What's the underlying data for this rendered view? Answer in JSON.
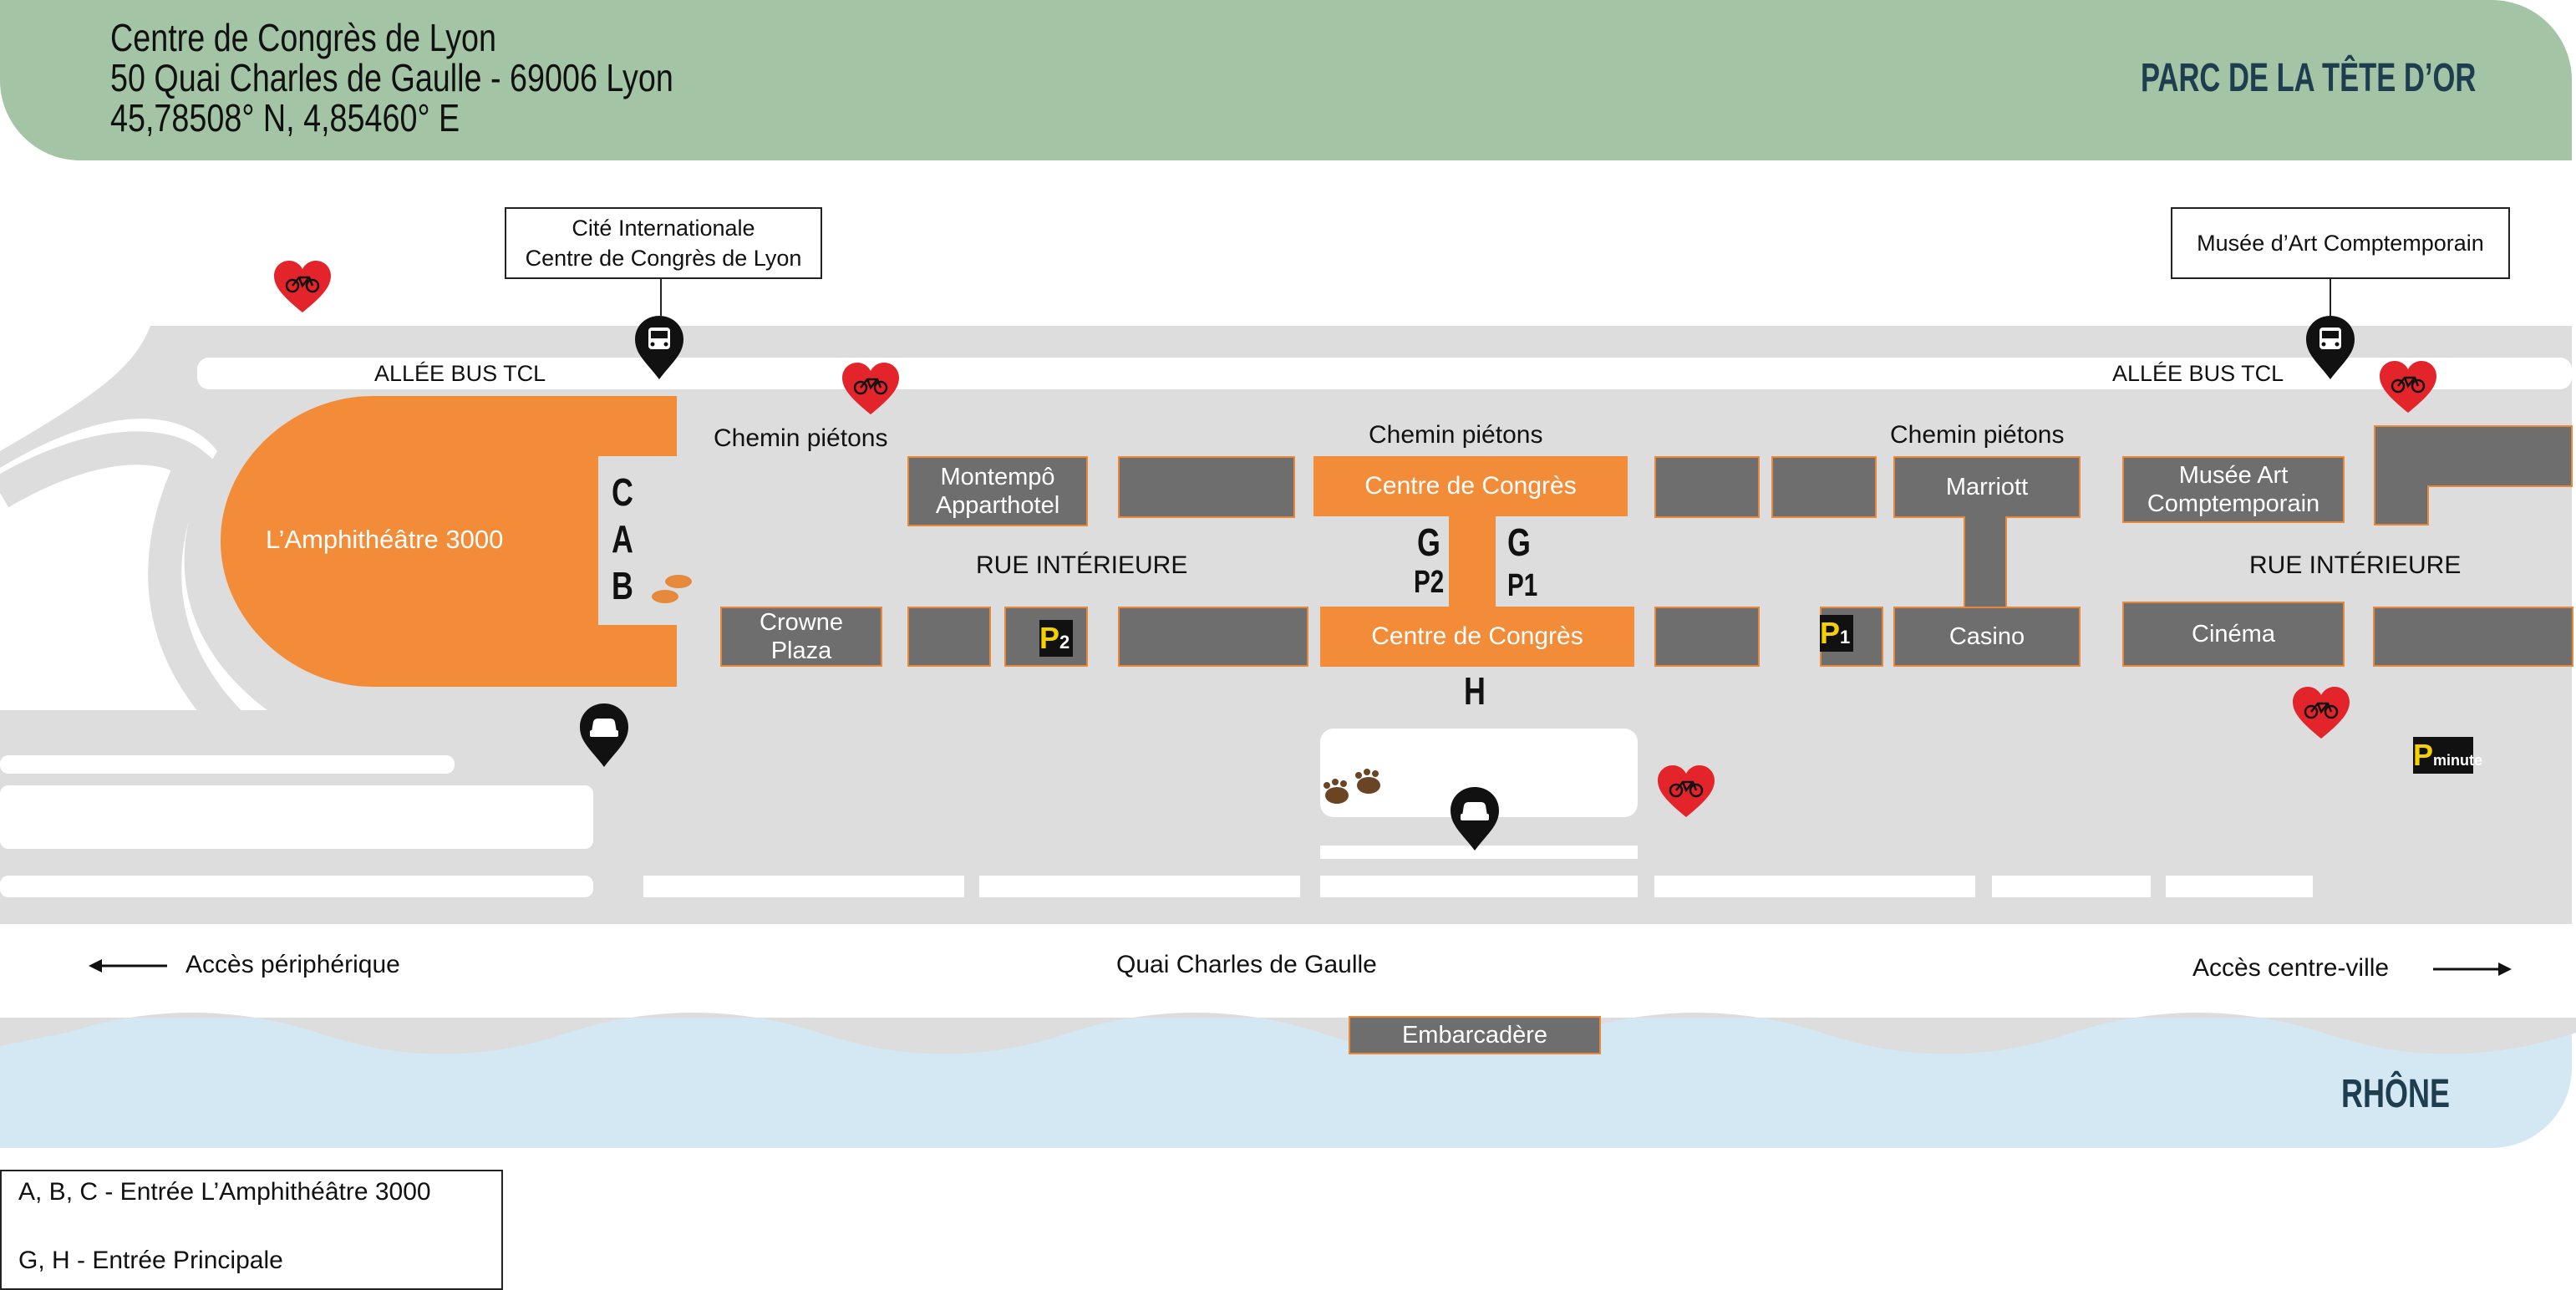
{
  "header": {
    "venue": "Centre de Congrès de Lyon",
    "address": "50 Quai Charles de Gaulle - 69006 Lyon",
    "coords": "45,78508° N, 4,85460° E",
    "park": "PARC DE LA TÊTE D’OR"
  },
  "callouts": {
    "cite": [
      "Cité Internationale",
      "Centre de Congrès de Lyon"
    ],
    "musee": "Musée d’Art Comptemporain"
  },
  "streets": {
    "bus_left": "ALLÉE BUS TCL",
    "bus_right": "ALLÉE BUS TCL",
    "chemin_1": "Chemin piétons",
    "chemin_2": "Chemin piétons",
    "chemin_3": "Chemin piétons",
    "rue_1": "RUE INTÉRIEURE",
    "rue_2": "RUE INTÉRIEURE",
    "quai": "Quai Charles de Gaulle",
    "acces_left": "Accès périphérique",
    "acces_right": "Accès centre-ville",
    "river": "RHÔNE"
  },
  "buildings": {
    "amphi": "L’Amphithéâtre 3000",
    "montempo": [
      "Montempô",
      "Apparthotel"
    ],
    "crowne": [
      "Crowne",
      "Plaza"
    ],
    "congres_top": "Centre de Congrès",
    "congres_bottom": "Centre de Congrès",
    "marriott": "Marriott",
    "casino": "Casino",
    "musee_art": [
      "Musée Art",
      "Comptemporain"
    ],
    "cinema": "Cinéma",
    "embarcadere": "Embarcadère"
  },
  "entrances": {
    "c": "C",
    "a": "A",
    "b": "B",
    "g_left": "G",
    "g_right": "G",
    "p2_gate": "P2",
    "p1_gate": "P1",
    "h": "H"
  },
  "parking": {
    "p2": {
      "letter": "P",
      "num": "2"
    },
    "p1": {
      "letter": "P",
      "num": "1"
    },
    "pminute": {
      "letter": "P",
      "num": "minute"
    }
  },
  "legend": {
    "line1": "A, B, C - Entrée L’Amphithéâtre 3000",
    "line2": "G, H - Entrée Principale"
  },
  "colors": {
    "park": "#a3c4a5",
    "river": "#d3e8f3",
    "orange": "#f28c38",
    "building": "#6e6e6e",
    "road": "#dddddd",
    "heart": "#e3242b"
  },
  "icons": [
    "bicycle-icon",
    "bus-icon",
    "car-icon",
    "footprints-icon",
    "arrow-left-icon",
    "arrow-right-icon"
  ]
}
